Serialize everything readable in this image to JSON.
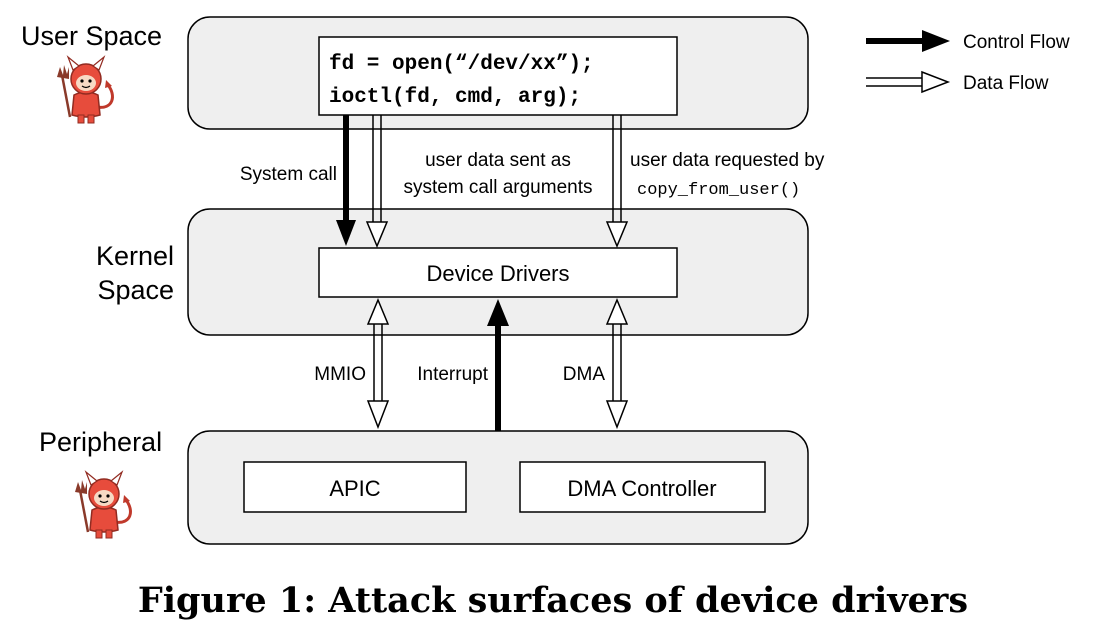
{
  "layers": {
    "user": "User Space",
    "kernel_line1": "Kernel",
    "kernel_line2": "Space",
    "peripheral": "Peripheral"
  },
  "code": {
    "line1": "fd = open(“/dev/xx”);",
    "line2": "ioctl(fd, cmd, arg);"
  },
  "boxes": {
    "device_drivers": "Device Drivers",
    "apic": "APIC",
    "dma_controller": "DMA Controller"
  },
  "flow_labels": {
    "system_call": "System call",
    "args_line1": "user data sent as",
    "args_line2": "system call arguments",
    "requested_line1": "user data requested by",
    "requested_line2": "copy_from_user()",
    "mmio": "MMIO",
    "interrupt": "Interrupt",
    "dma": "DMA"
  },
  "legend": {
    "control": "Control Flow",
    "data": "Data Flow"
  },
  "caption": "Figure 1: Attack surfaces of device drivers",
  "icons": {
    "attacker": "devil-icon"
  }
}
